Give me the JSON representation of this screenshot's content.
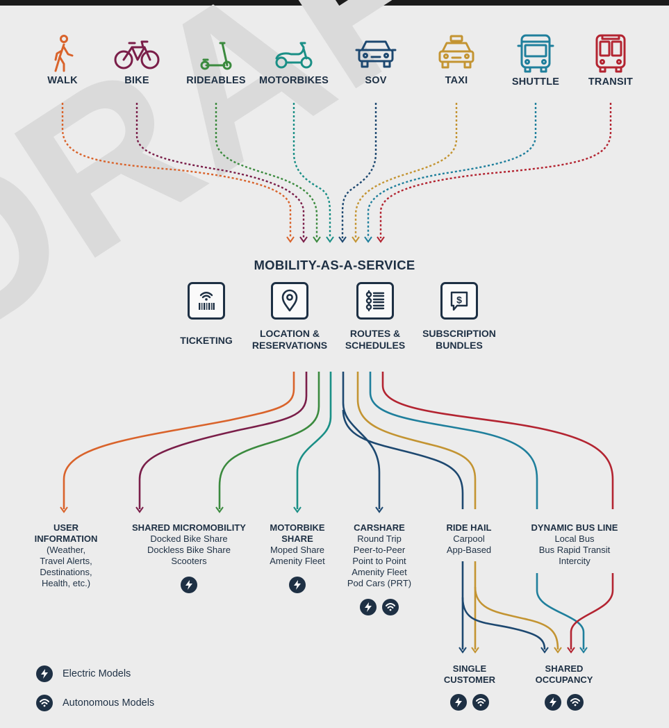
{
  "title": "MOBILITY-AS-A-SERVICE",
  "watermark": "DRAFT",
  "modes": [
    {
      "id": "walk",
      "label": "WALK",
      "color": "#d9632b",
      "icon": "walk-icon"
    },
    {
      "id": "bike",
      "label": "BIKE",
      "color": "#7a1e49",
      "icon": "bike-icon"
    },
    {
      "id": "rideables",
      "label": "RIDEABLES",
      "color": "#3b8a3e",
      "icon": "scooter-icon"
    },
    {
      "id": "motorbikes",
      "label": "MOTORBIKES",
      "color": "#1a8f86",
      "icon": "moped-icon"
    },
    {
      "id": "sov",
      "label": "SOV",
      "color": "#1d4870",
      "icon": "car-icon"
    },
    {
      "id": "taxi",
      "label": "TAXI",
      "color": "#c39432",
      "icon": "taxi-icon"
    },
    {
      "id": "shuttle",
      "label": "SHUTTLE",
      "color": "#1f7f9c",
      "icon": "shuttle-icon"
    },
    {
      "id": "transit",
      "label": "TRANSIT",
      "color": "#b32431",
      "icon": "bus-icon"
    }
  ],
  "features": [
    {
      "label": "TICKETING",
      "icon": "ticket-barcode-icon"
    },
    {
      "label": "LOCATION &\nRESERVATIONS",
      "icon": "map-pin-icon"
    },
    {
      "label": "ROUTES &\nSCHEDULES",
      "icon": "route-list-icon"
    },
    {
      "label": "SUBSCRIPTION\nBUNDLES",
      "icon": "dollar-bubble-icon"
    }
  ],
  "services": [
    {
      "title": "USER\nINFORMATION",
      "items": [
        "(Weather,",
        "Travel Alerts,",
        "Destinations,",
        "Health, etc.)"
      ],
      "badges": []
    },
    {
      "title": "SHARED MICROMOBILITY",
      "items": [
        "Docked Bike Share",
        "Dockless Bike Share",
        "Scooters"
      ],
      "badges": [
        "electric"
      ]
    },
    {
      "title": "MOTORBIKE\nSHARE",
      "items": [
        "Moped Share",
        "Amenity Fleet"
      ],
      "badges": [
        "electric"
      ]
    },
    {
      "title": "CARSHARE",
      "items": [
        "Round Trip",
        "Peer-to-Peer",
        "Point to Point",
        "Amenity Fleet",
        "Pod Cars (PRT)"
      ],
      "badges": [
        "electric",
        "autonomous"
      ]
    },
    {
      "title": "RIDE HAIL",
      "items": [
        "Carpool",
        "App-Based"
      ],
      "badges": []
    },
    {
      "title": "DYNAMIC BUS LINE",
      "items": [
        "Local Bus",
        "Bus Rapid Transit",
        "Intercity"
      ],
      "badges": []
    }
  ],
  "outcomes": [
    {
      "title": "SINGLE\nCUSTOMER",
      "badges": [
        "electric",
        "autonomous"
      ]
    },
    {
      "title": "SHARED\nOCCUPANCY",
      "badges": [
        "electric",
        "autonomous"
      ]
    }
  ],
  "legend": [
    {
      "badge": "electric",
      "label": "Electric Models",
      "icon": "lightning-icon"
    },
    {
      "badge": "autonomous",
      "label": "Autonomous Models",
      "icon": "wifi-signal-icon"
    }
  ]
}
